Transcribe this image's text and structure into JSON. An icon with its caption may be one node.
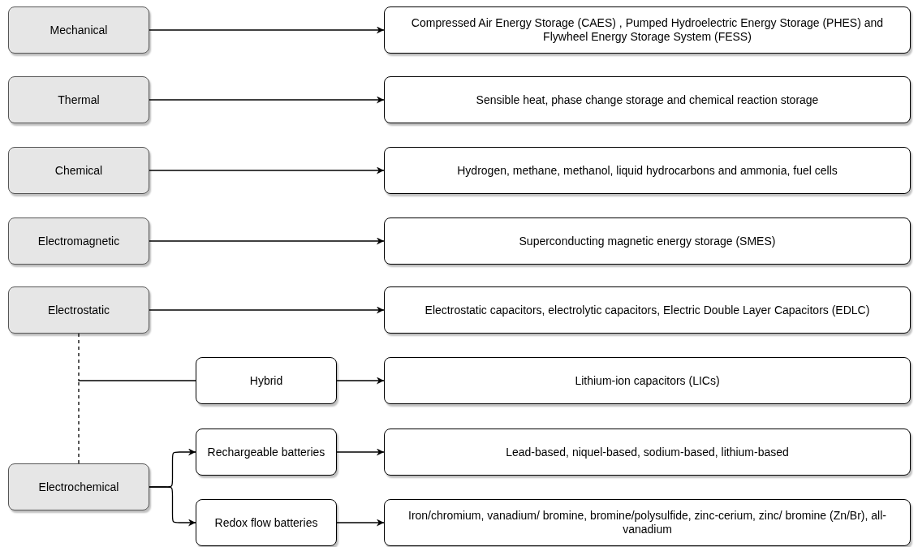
{
  "diagram": {
    "nodes": [
      {
        "text": [
          "Mechanical"
        ]
      },
      {
        "text": [
          "Compressed Air Energy Storage (CAES) , Pumped Hydroelectric Energy Storage (PHES) and Flywheel Energy Storage System (FESS)"
        ]
      },
      {
        "text": [
          "Thermal"
        ]
      },
      {
        "text": [
          "Sensible heat, phase change storage and chemical reaction storage"
        ]
      },
      {
        "text": [
          "Chemical"
        ]
      },
      {
        "text": [
          "Hydrogen, methane, methanol, liquid hydrocarbons and ammonia, fuel cells"
        ]
      },
      {
        "text": [
          "Electromagnetic"
        ]
      },
      {
        "text": [
          "Superconducting magnetic energy storage (SMES)"
        ]
      },
      {
        "text": [
          "Electrostatic"
        ]
      },
      {
        "text": [
          "Electrostatic capacitors, electrolytic capacitors, Electric Double Layer Capacitors (EDLC)"
        ]
      },
      {
        "text": [
          "Hybrid"
        ]
      },
      {
        "text": [
          "Lithium-ion capacitors (LICs)"
        ]
      },
      {
        "text": [
          "Rechargeable batteries"
        ]
      },
      {
        "text": [
          "Lead-based, niquel-based, sodium-based, lithium-based"
        ]
      },
      {
        "text": [
          "Electrochemical"
        ]
      },
      {
        "text": [
          "Redox flow batteries"
        ]
      },
      {
        "text": [
          "Iron/chromium, vanadium/ bromine, bromine/polysulfide, zinc-cerium, zinc/ bromine (Zn/Br), all-vanadium"
        ]
      }
    ],
    "edges": [
      {
        "from": 0,
        "to": 1,
        "arrow": "to"
      },
      {
        "from": 2,
        "to": 3,
        "arrow": "to"
      },
      {
        "from": 4,
        "to": 5,
        "arrow": "to"
      },
      {
        "from": 6,
        "to": 7,
        "arrow": "to"
      },
      {
        "from": 8,
        "to": 9,
        "arrow": "to"
      },
      {
        "from": 8,
        "to": 10,
        "arrow": "none",
        "style": "dashed"
      },
      {
        "from": 14,
        "to": 10,
        "arrow": "none",
        "style": "dashed"
      },
      {
        "from": 10,
        "to": 11,
        "arrow": "to"
      },
      {
        "from": 14,
        "to": 12,
        "arrow": "to"
      },
      {
        "from": 12,
        "to": 13,
        "arrow": "to"
      },
      {
        "from": 14,
        "to": 15,
        "arrow": "to"
      },
      {
        "from": 15,
        "to": 16,
        "arrow": "to"
      }
    ]
  }
}
